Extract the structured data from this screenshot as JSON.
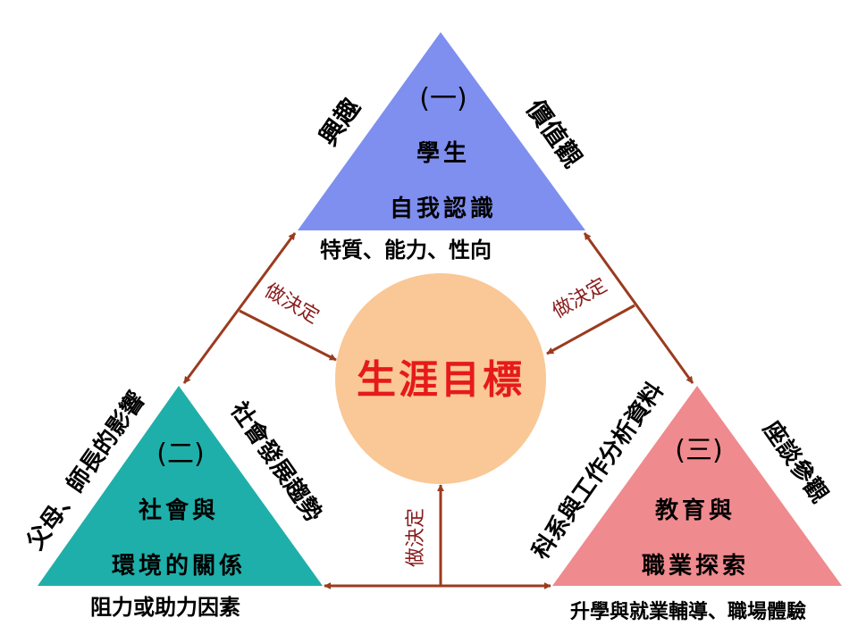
{
  "diagram": {
    "center": {
      "label": "生涯目標"
    },
    "top_triangle": {
      "number": "(一)",
      "line1": "學生",
      "line2": "自我認識",
      "left_side": "興趣",
      "right_side": "價值觀",
      "bottom_note": "特質、能力、性向"
    },
    "left_triangle": {
      "number": "(二)",
      "line1": "社會與",
      "line2": "環境的關係",
      "left_side": "父母、師長的影響",
      "right_side": "社會發展趨勢",
      "bottom_note": "阻力或助力因素"
    },
    "right_triangle": {
      "number": "(三)",
      "line1": "教育與",
      "line2": "職業探索",
      "left_side": "科系與工作分析資料",
      "right_side": "座談參觀",
      "bottom_note": "升學與就業輔導、職場體驗"
    },
    "decision_label": "做決定",
    "colors": {
      "top": "#7f8fef",
      "left": "#1fafaa",
      "right": "#ef8a8e",
      "center_circle": "#f9c896",
      "center_text": "#e61a1a",
      "arrow": "#9b3b1e",
      "decision_text": "#8a1d1d"
    }
  }
}
